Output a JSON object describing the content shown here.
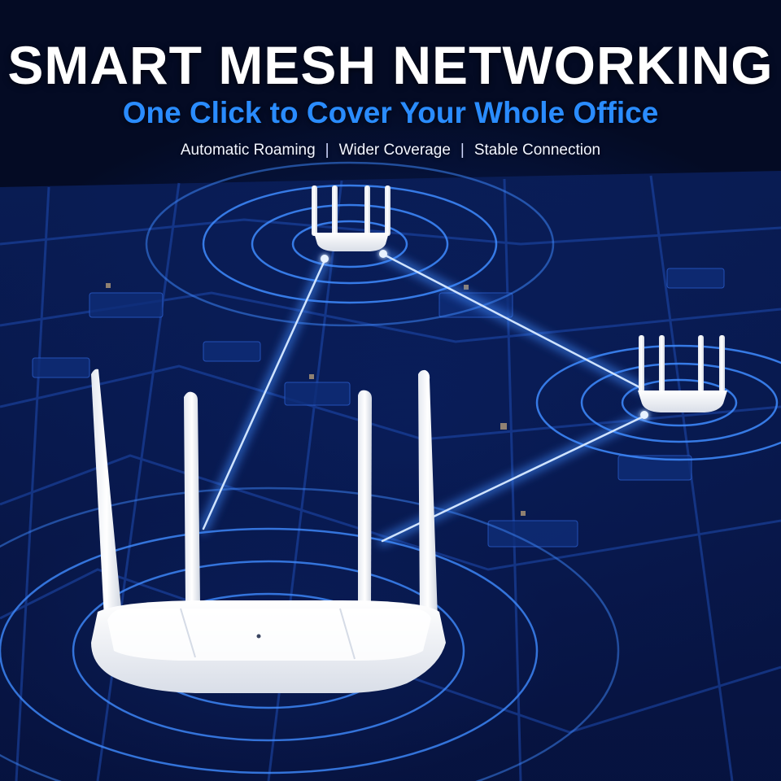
{
  "header": {
    "title": "SMART MESH NETWORKING",
    "subtitle": "One Click to Cover Your Whole Office",
    "features": [
      "Automatic Roaming",
      "Wider Coverage",
      "Stable Connection"
    ],
    "separator": "|"
  },
  "colors": {
    "background": "#050d2a",
    "accent_blue": "#2a8cff",
    "signal_glow": "#3f8bff",
    "router_white": "#f4f6fa"
  },
  "icons": [
    "mesh-router-main",
    "mesh-router-satellite-top",
    "mesh-router-satellite-right"
  ]
}
